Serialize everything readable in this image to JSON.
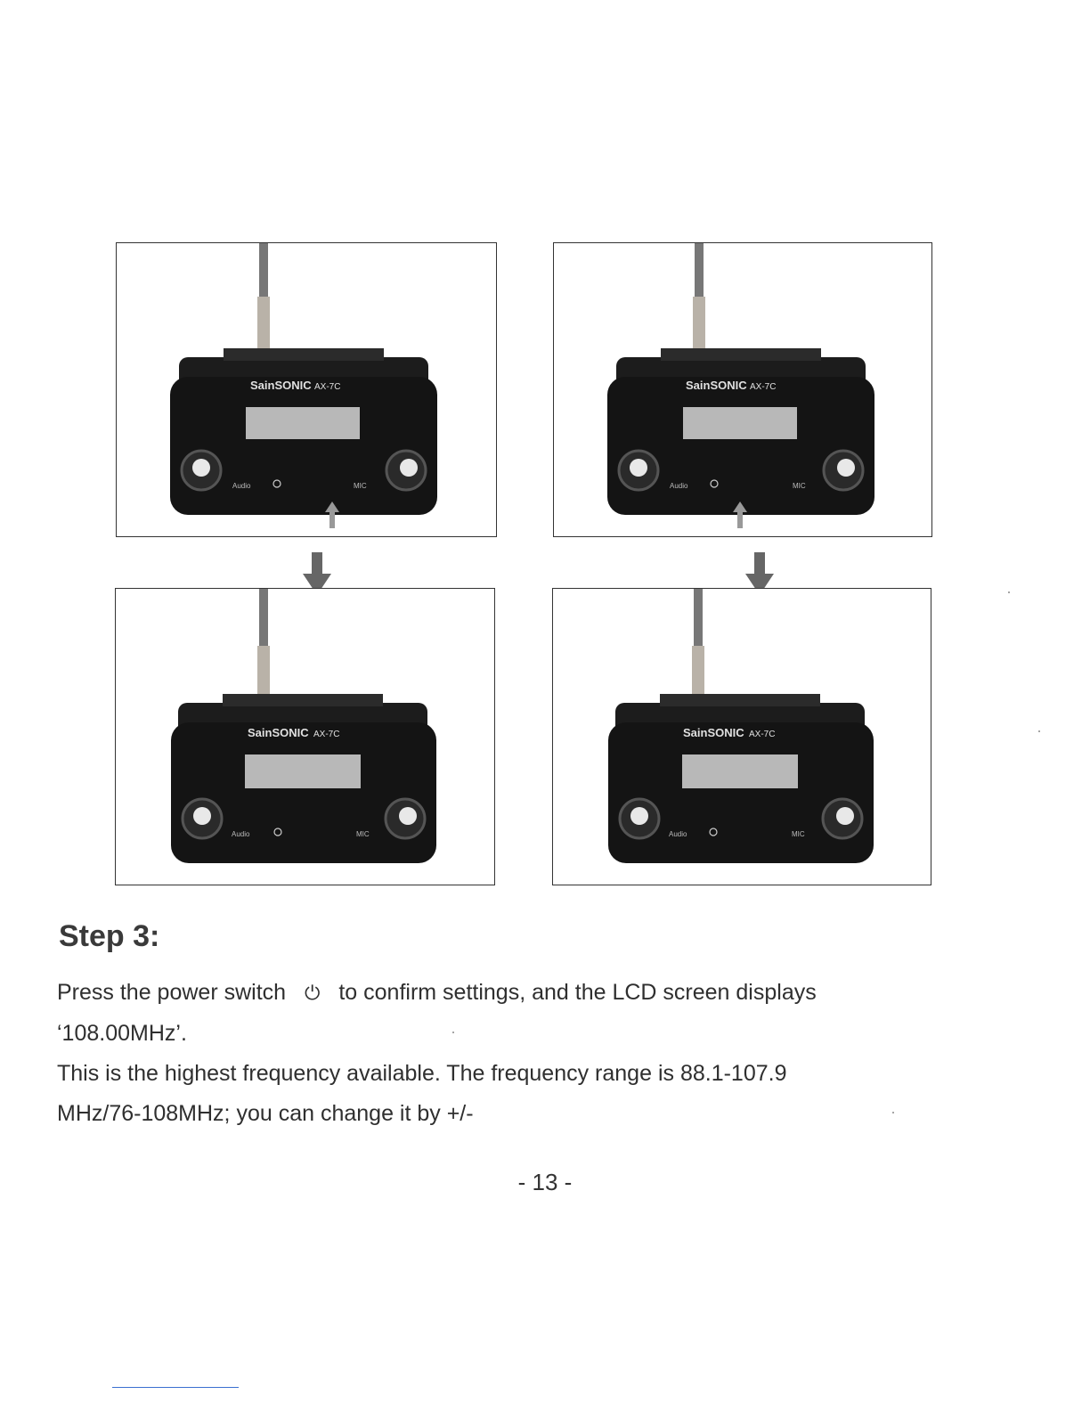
{
  "panels": [
    {
      "brand": "SainSONIC",
      "model": "AX-7C",
      "labels": {
        "audio": "Audio",
        "mic": "MIC"
      },
      "pointer": true
    },
    {
      "brand": "SainSONIC",
      "model": "AX-7C",
      "labels": {
        "audio": "Audio",
        "mic": "MIC"
      },
      "pointer": true
    },
    {
      "brand": "SainSONIC",
      "model": "AX-7C",
      "labels": {
        "audio": "Audio",
        "mic": "MIC"
      },
      "pointer": false
    },
    {
      "brand": "SainSONIC",
      "model": "AX-7C",
      "labels": {
        "audio": "Audio",
        "mic": "MIC"
      },
      "pointer": false
    }
  ],
  "step": {
    "heading": "Step 3:",
    "line1a": "Press the power switch",
    "power_symbol": "⏻",
    "line1b": "to confirm settings, and the LCD screen displays",
    "line2": "‘108.00MHz’.",
    "line3": "This is the highest frequency available. The frequency range is 88.1-107.9",
    "line4": "MHz/76-108MHz; you can change it by +/-"
  },
  "page_number": "- 13 -"
}
